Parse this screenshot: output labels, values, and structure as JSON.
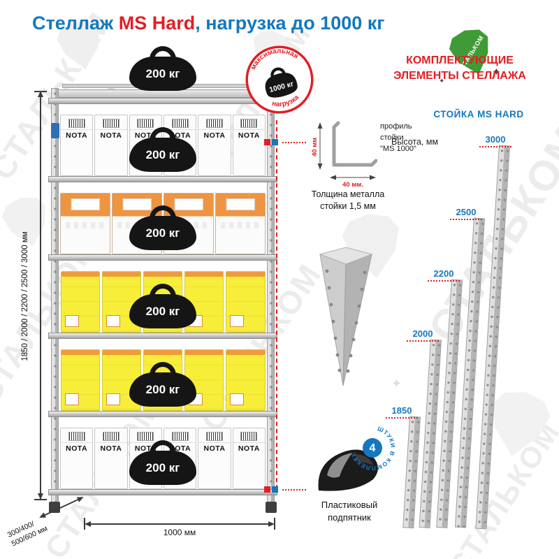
{
  "title": {
    "part1": "Стеллаж ",
    "part2": "MS Hard",
    "part3": ", нагрузка до 1000 кг"
  },
  "watermark": {
    "brand": "СТАЛЬКОМ"
  },
  "rack": {
    "shelf_load": "200 кг",
    "box_brand": "NOTA",
    "max_badge": {
      "top": "максимальная",
      "value": "1000 кг",
      "bottom": "нагрузка"
    },
    "dims": {
      "height": "1850 / 2000 / 2200 / 2500 / 3000 мм",
      "depth_line1": "300/400/",
      "depth_line2": "500/600 мм",
      "width": "1000 мм"
    }
  },
  "profile": {
    "caption_line1": "профиль",
    "caption_line2": "стойки",
    "caption_line3": "\"MS 1000\"",
    "dim_vertical": "40 мм",
    "dim_horizontal": "40 мм.",
    "thickness_line1": "Толщина металла",
    "thickness_line2": "стойки 1,5 мм"
  },
  "foot": {
    "count": "4",
    "count_caption": "ШТУКИ В КОМПЛЕКТЕ",
    "caption_line1": "Пластиковый",
    "caption_line2": "подпятник"
  },
  "components": {
    "heading_line1": "КОМПЛЕКТУЮЩИЕ",
    "heading_line2": "ЭЛЕМЕНТЫ СТЕЛЛАЖА",
    "subheading": "СТОЙКА MS HARD",
    "height_label": "Высота, мм",
    "posts": [
      {
        "height": "1850"
      },
      {
        "height": "2000"
      },
      {
        "height": "2200"
      },
      {
        "height": "2500"
      },
      {
        "height": "3000"
      }
    ]
  }
}
